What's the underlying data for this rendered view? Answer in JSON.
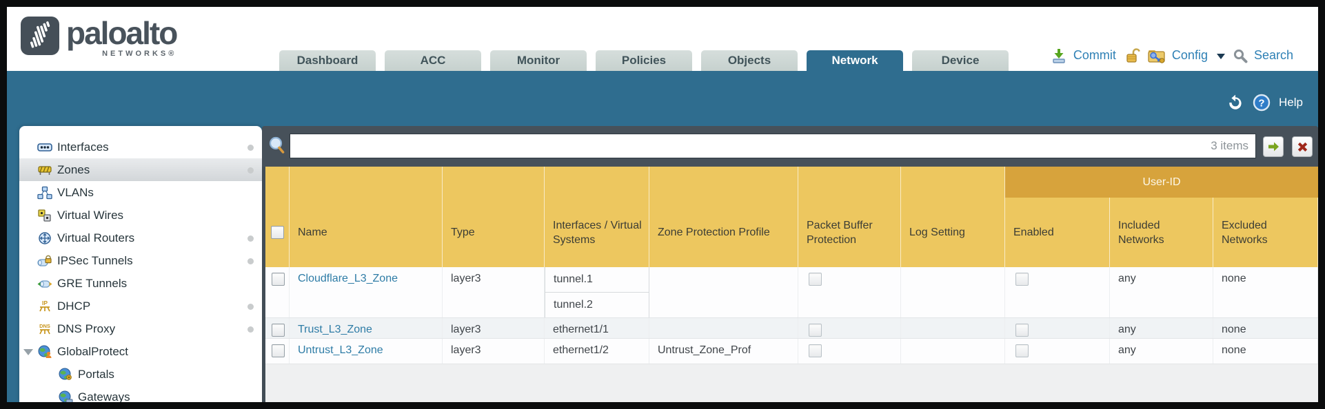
{
  "brand": {
    "name": "paloalto",
    "subtitle": "NETWORKS®"
  },
  "nav": {
    "tabs": [
      {
        "label": "Dashboard",
        "active": false
      },
      {
        "label": "ACC",
        "active": false
      },
      {
        "label": "Monitor",
        "active": false
      },
      {
        "label": "Policies",
        "active": false
      },
      {
        "label": "Objects",
        "active": false
      },
      {
        "label": "Network",
        "active": true
      },
      {
        "label": "Device",
        "active": false
      }
    ],
    "actions": {
      "commit": "Commit",
      "config": "Config",
      "search": "Search"
    }
  },
  "banner": {
    "help": "Help"
  },
  "sidebar": {
    "items": [
      {
        "label": "Interfaces",
        "dot": true,
        "selected": false
      },
      {
        "label": "Zones",
        "dot": true,
        "selected": true
      },
      {
        "label": "VLANs",
        "dot": false,
        "selected": false
      },
      {
        "label": "Virtual Wires",
        "dot": false,
        "selected": false
      },
      {
        "label": "Virtual Routers",
        "dot": true,
        "selected": false
      },
      {
        "label": "IPSec Tunnels",
        "dot": true,
        "selected": false
      },
      {
        "label": "GRE Tunnels",
        "dot": false,
        "selected": false
      },
      {
        "label": "DHCP",
        "dot": true,
        "selected": false
      },
      {
        "label": "DNS Proxy",
        "dot": true,
        "selected": false
      },
      {
        "label": "GlobalProtect",
        "dot": false,
        "selected": false,
        "expanded": true
      },
      {
        "label": "Portals",
        "dot": false,
        "selected": false,
        "child": true
      },
      {
        "label": "Gateways",
        "dot": false,
        "selected": false,
        "child": true
      }
    ]
  },
  "filter": {
    "query": "",
    "count": "3 items"
  },
  "table": {
    "group_header": "User-ID",
    "columns": [
      {
        "label": "Name"
      },
      {
        "label": "Type"
      },
      {
        "label": "Interfaces / Virtual Systems"
      },
      {
        "label": "Zone Protection Profile"
      },
      {
        "label": "Packet Buffer Protection"
      },
      {
        "label": "Log Setting"
      },
      {
        "label": "Enabled"
      },
      {
        "label": "Included Networks"
      },
      {
        "label": "Excluded Networks"
      }
    ],
    "rows": [
      {
        "name": "Cloudflare_L3_Zone",
        "type": "layer3",
        "interfaces": [
          "tunnel.1",
          "tunnel.2"
        ],
        "zone_protection_profile": "",
        "packet_buffer_protection_checked": false,
        "log_setting": "",
        "user_id_enabled_checked": false,
        "included_networks": "any",
        "excluded_networks": "none"
      },
      {
        "name": "Trust_L3_Zone",
        "type": "layer3",
        "interfaces": [
          "ethernet1/1"
        ],
        "zone_protection_profile": "",
        "packet_buffer_protection_checked": false,
        "log_setting": "",
        "user_id_enabled_checked": false,
        "included_networks": "any",
        "excluded_networks": "none"
      },
      {
        "name": "Untrust_L3_Zone",
        "type": "layer3",
        "interfaces": [
          "ethernet1/2"
        ],
        "zone_protection_profile": "Untrust_Zone_Prof",
        "packet_buffer_protection_checked": false,
        "log_setting": "",
        "user_id_enabled_checked": false,
        "included_networks": "any",
        "excluded_networks": "none"
      }
    ]
  },
  "colors": {
    "accent_teal": "#2f6d8f",
    "toolbar_dark": "#47515a",
    "table_header_yellow": "#edc75f",
    "user_id_gold": "#d7a33c",
    "link_blue": "#2e7ca6"
  },
  "icons": {
    "logo-mark": "soundwave-bars",
    "commit-icon": "green-down-arrow-tray",
    "lock-icon": "gold-open-padlock",
    "config-icon": "folder-with-key",
    "search-icon": "gray-magnifier",
    "refresh-icon": "circular-arrows",
    "help-icon": "blue-question-circle",
    "filter-magnifier-icon": "blue-magnifier",
    "apply-filter-icon": "green-right-arrow",
    "clear-filter-icon": "red-x"
  }
}
